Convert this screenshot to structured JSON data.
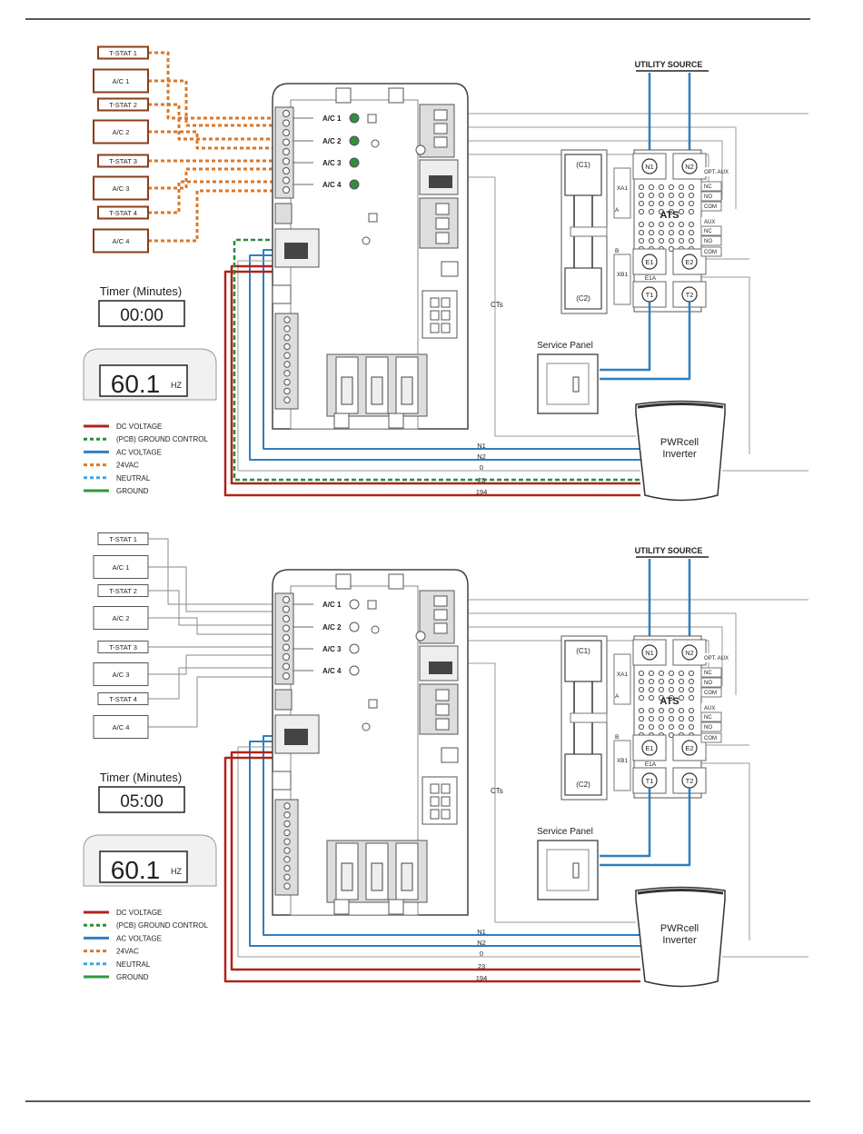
{
  "colors": {
    "dc_voltage": "#b0231d",
    "ground_control": "#2e8b3a",
    "ac_voltage": "#2f7fc0",
    "vac24": "#d9782b",
    "neutral": "#3fa7df",
    "ground": "#2e9a3f",
    "tstat_border_active": "#8a3d1a",
    "led_on": "#2f8f3a",
    "rule": "#222222"
  },
  "diagrams": [
    {
      "thermostats": [
        "T-STAT 1",
        "A/C 1",
        "T-STAT 2",
        "A/C 2",
        "T-STAT 3",
        "A/C 3",
        "T-STAT 4",
        "A/C 4"
      ],
      "ac_channels": [
        "A/C 1",
        "A/C 2",
        "A/C 3",
        "A/C 4"
      ],
      "leds_lit": true,
      "timer_label": "Timer (Minutes)",
      "timer_value": "00:00",
      "frequency_value": "60.1",
      "frequency_unit": "HZ",
      "utility_source": "UTILITY SOURCE",
      "ats_label": "ATS",
      "ats_terminals": [
        "N1",
        "N2",
        "E1",
        "E2",
        "T1",
        "T2",
        "C1",
        "C2",
        "XA1",
        "XB1",
        "E1A",
        "A",
        "B"
      ],
      "ats_contacts": [
        "OPT. AUX",
        "NC",
        "NO",
        "COM",
        "AUX",
        "NC",
        "NO",
        "COM"
      ],
      "service_panel": "Service Panel",
      "cts_label": "CTs",
      "inverter_label_1": "PWRcell",
      "inverter_label_2": "Inverter",
      "bus_wires": [
        "N1",
        "N2",
        "0",
        "23",
        "194"
      ],
      "legend": [
        {
          "label": "DC VOLTAGE",
          "color": "#b0231d",
          "style": "solid"
        },
        {
          "label": "(PCB) GROUND CONTROL",
          "color": "#2e8b3a",
          "style": "dashed"
        },
        {
          "label": "AC VOLTAGE",
          "color": "#2f7fc0",
          "style": "solid"
        },
        {
          "label": "24VAC",
          "color": "#d9782b",
          "style": "dashed"
        },
        {
          "label": "NEUTRAL",
          "color": "#3fa7df",
          "style": "dashed"
        },
        {
          "label": "GROUND",
          "color": "#2e9a3f",
          "style": "solid"
        }
      ]
    },
    {
      "thermostats": [
        "T-STAT 1",
        "A/C 1",
        "T-STAT 2",
        "A/C 2",
        "T-STAT 3",
        "A/C 3",
        "T-STAT 4",
        "A/C 4"
      ],
      "ac_channels": [
        "A/C 1",
        "A/C 2",
        "A/C 3",
        "A/C 4"
      ],
      "leds_lit": false,
      "timer_label": "Timer (Minutes)",
      "timer_value": "05:00",
      "frequency_value": "60.1",
      "frequency_unit": "HZ",
      "utility_source": "UTILITY SOURCE",
      "ats_label": "ATS",
      "ats_terminals": [
        "N1",
        "N2",
        "E1",
        "E2",
        "T1",
        "T2",
        "C1",
        "C2",
        "XA1",
        "XB1",
        "E1A",
        "A",
        "B"
      ],
      "ats_contacts": [
        "OPT. AUX",
        "NC",
        "NO",
        "COM",
        "AUX",
        "NC",
        "NO",
        "COM"
      ],
      "service_panel": "Service Panel",
      "cts_label": "CTs",
      "inverter_label_1": "PWRcell",
      "inverter_label_2": "Inverter",
      "bus_wires": [
        "N1",
        "N2",
        "0",
        "23",
        "194"
      ],
      "legend": [
        {
          "label": "DC VOLTAGE",
          "color": "#b0231d",
          "style": "solid"
        },
        {
          "label": "(PCB) GROUND CONTROL",
          "color": "#2e8b3a",
          "style": "dashed"
        },
        {
          "label": "AC VOLTAGE",
          "color": "#2f7fc0",
          "style": "solid"
        },
        {
          "label": "24VAC",
          "color": "#d9782b",
          "style": "dashed"
        },
        {
          "label": "NEUTRAL",
          "color": "#3fa7df",
          "style": "dashed"
        },
        {
          "label": "GROUND",
          "color": "#2e9a3f",
          "style": "solid"
        }
      ]
    }
  ]
}
